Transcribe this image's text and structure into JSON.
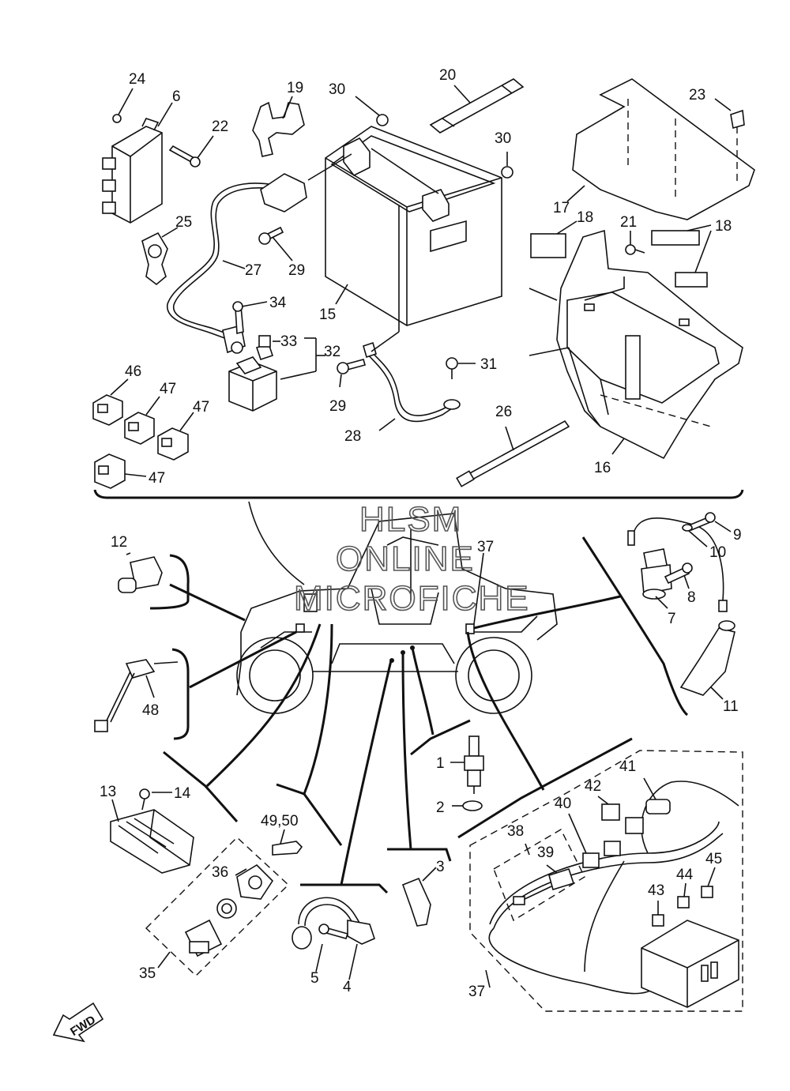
{
  "watermark": {
    "line1": "HLSM",
    "line2": "ONLINE",
    "line3": "MICROFICHE"
  },
  "direction_arrow": {
    "label": "FWD"
  },
  "callouts": [
    {
      "id": "c24",
      "text": "24"
    },
    {
      "id": "c6",
      "text": "6"
    },
    {
      "id": "c19",
      "text": "19"
    },
    {
      "id": "c30a",
      "text": "30"
    },
    {
      "id": "c20",
      "text": "20"
    },
    {
      "id": "c30b",
      "text": "30"
    },
    {
      "id": "c23",
      "text": "23"
    },
    {
      "id": "c22",
      "text": "22"
    },
    {
      "id": "c17",
      "text": "17"
    },
    {
      "id": "c18a",
      "text": "18"
    },
    {
      "id": "c18b",
      "text": "18"
    },
    {
      "id": "c21",
      "text": "21"
    },
    {
      "id": "c25",
      "text": "25"
    },
    {
      "id": "c27",
      "text": "27"
    },
    {
      "id": "c29a",
      "text": "29"
    },
    {
      "id": "c15",
      "text": "15"
    },
    {
      "id": "c34",
      "text": "34"
    },
    {
      "id": "c33",
      "text": "33"
    },
    {
      "id": "c32",
      "text": "32"
    },
    {
      "id": "c31",
      "text": "31"
    },
    {
      "id": "c46",
      "text": "46"
    },
    {
      "id": "c47a",
      "text": "47"
    },
    {
      "id": "c47b",
      "text": "47"
    },
    {
      "id": "c47c",
      "text": "47"
    },
    {
      "id": "c29b",
      "text": "29"
    },
    {
      "id": "c28",
      "text": "28"
    },
    {
      "id": "c26",
      "text": "26"
    },
    {
      "id": "c16",
      "text": "16"
    },
    {
      "id": "c12",
      "text": "12"
    },
    {
      "id": "c37a",
      "text": "37"
    },
    {
      "id": "c9",
      "text": "9"
    },
    {
      "id": "c10",
      "text": "10"
    },
    {
      "id": "c8",
      "text": "8"
    },
    {
      "id": "c7",
      "text": "7"
    },
    {
      "id": "c48",
      "text": "48"
    },
    {
      "id": "c11",
      "text": "11"
    },
    {
      "id": "c1",
      "text": "1"
    },
    {
      "id": "c2",
      "text": "2"
    },
    {
      "id": "c41",
      "text": "41"
    },
    {
      "id": "c42",
      "text": "42"
    },
    {
      "id": "c13",
      "text": "13"
    },
    {
      "id": "c14",
      "text": "14"
    },
    {
      "id": "c4950",
      "text": "49,50"
    },
    {
      "id": "c40",
      "text": "40"
    },
    {
      "id": "c38",
      "text": "38"
    },
    {
      "id": "c39",
      "text": "39"
    },
    {
      "id": "c45",
      "text": "45"
    },
    {
      "id": "c44",
      "text": "44"
    },
    {
      "id": "c43",
      "text": "43"
    },
    {
      "id": "c36",
      "text": "36"
    },
    {
      "id": "c3",
      "text": "3"
    },
    {
      "id": "c35",
      "text": "35"
    },
    {
      "id": "c5",
      "text": "5"
    },
    {
      "id": "c4",
      "text": "4"
    },
    {
      "id": "c37b",
      "text": "37"
    }
  ]
}
